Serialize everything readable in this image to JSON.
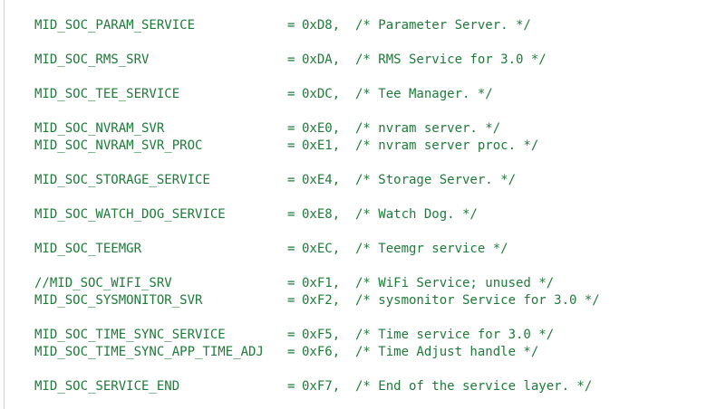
{
  "editor": {
    "lines": [
      {
        "name": "MID_SOC_PARAM_SERVICE",
        "eq": "=",
        "value": "0xD8,",
        "comment": "/* Parameter Server. */"
      },
      {
        "name": "",
        "eq": "",
        "value": "",
        "comment": ""
      },
      {
        "name": "MID_SOC_RMS_SRV",
        "eq": "=",
        "value": "0xDA,",
        "comment": "/* RMS Service for 3.0 */"
      },
      {
        "name": "",
        "eq": "",
        "value": "",
        "comment": ""
      },
      {
        "name": "MID_SOC_TEE_SERVICE",
        "eq": "=",
        "value": "0xDC,",
        "comment": "/* Tee Manager. */"
      },
      {
        "name": "",
        "eq": "",
        "value": "",
        "comment": ""
      },
      {
        "name": "MID_SOC_NVRAM_SVR",
        "eq": "=",
        "value": "0xE0,",
        "comment": "/* nvram server. */"
      },
      {
        "name": "MID_SOC_NVRAM_SVR_PROC",
        "eq": "=",
        "value": "0xE1,",
        "comment": "/* nvram server proc. */"
      },
      {
        "name": "",
        "eq": "",
        "value": "",
        "comment": ""
      },
      {
        "name": "MID_SOC_STORAGE_SERVICE",
        "eq": "=",
        "value": "0xE4,",
        "comment": "/* Storage Server. */"
      },
      {
        "name": "",
        "eq": "",
        "value": "",
        "comment": ""
      },
      {
        "name": "MID_SOC_WATCH_DOG_SERVICE",
        "eq": "=",
        "value": "0xE8,",
        "comment": "/* Watch Dog. */"
      },
      {
        "name": "",
        "eq": "",
        "value": "",
        "comment": ""
      },
      {
        "name": "MID_SOC_TEEMGR",
        "eq": "=",
        "value": "0xEC,",
        "comment": "/* Teemgr service */"
      },
      {
        "name": "",
        "eq": "",
        "value": "",
        "comment": ""
      },
      {
        "name": "//MID_SOC_WIFI_SRV",
        "eq": "=",
        "value": "0xF1,",
        "comment": "/* WiFi Service; unused */"
      },
      {
        "name": "MID_SOC_SYSMONITOR_SVR",
        "eq": "=",
        "value": "0xF2,",
        "comment": "/* sysmonitor Service for 3.0 */"
      },
      {
        "name": "",
        "eq": "",
        "value": "",
        "comment": ""
      },
      {
        "name": "MID_SOC_TIME_SYNC_SERVICE",
        "eq": "=",
        "value": "0xF5,",
        "comment": "/* Time service for 3.0 */"
      },
      {
        "name": "MID_SOC_TIME_SYNC_APP_TIME_ADJ",
        "eq": "=",
        "value": "0xF6,",
        "comment": "/* Time Adjust handle */"
      },
      {
        "name": "",
        "eq": "",
        "value": "",
        "comment": ""
      },
      {
        "name": "MID_SOC_SERVICE_END",
        "eq": "=",
        "value": "0xF7,",
        "comment": "/* End of the service layer. */"
      }
    ]
  }
}
